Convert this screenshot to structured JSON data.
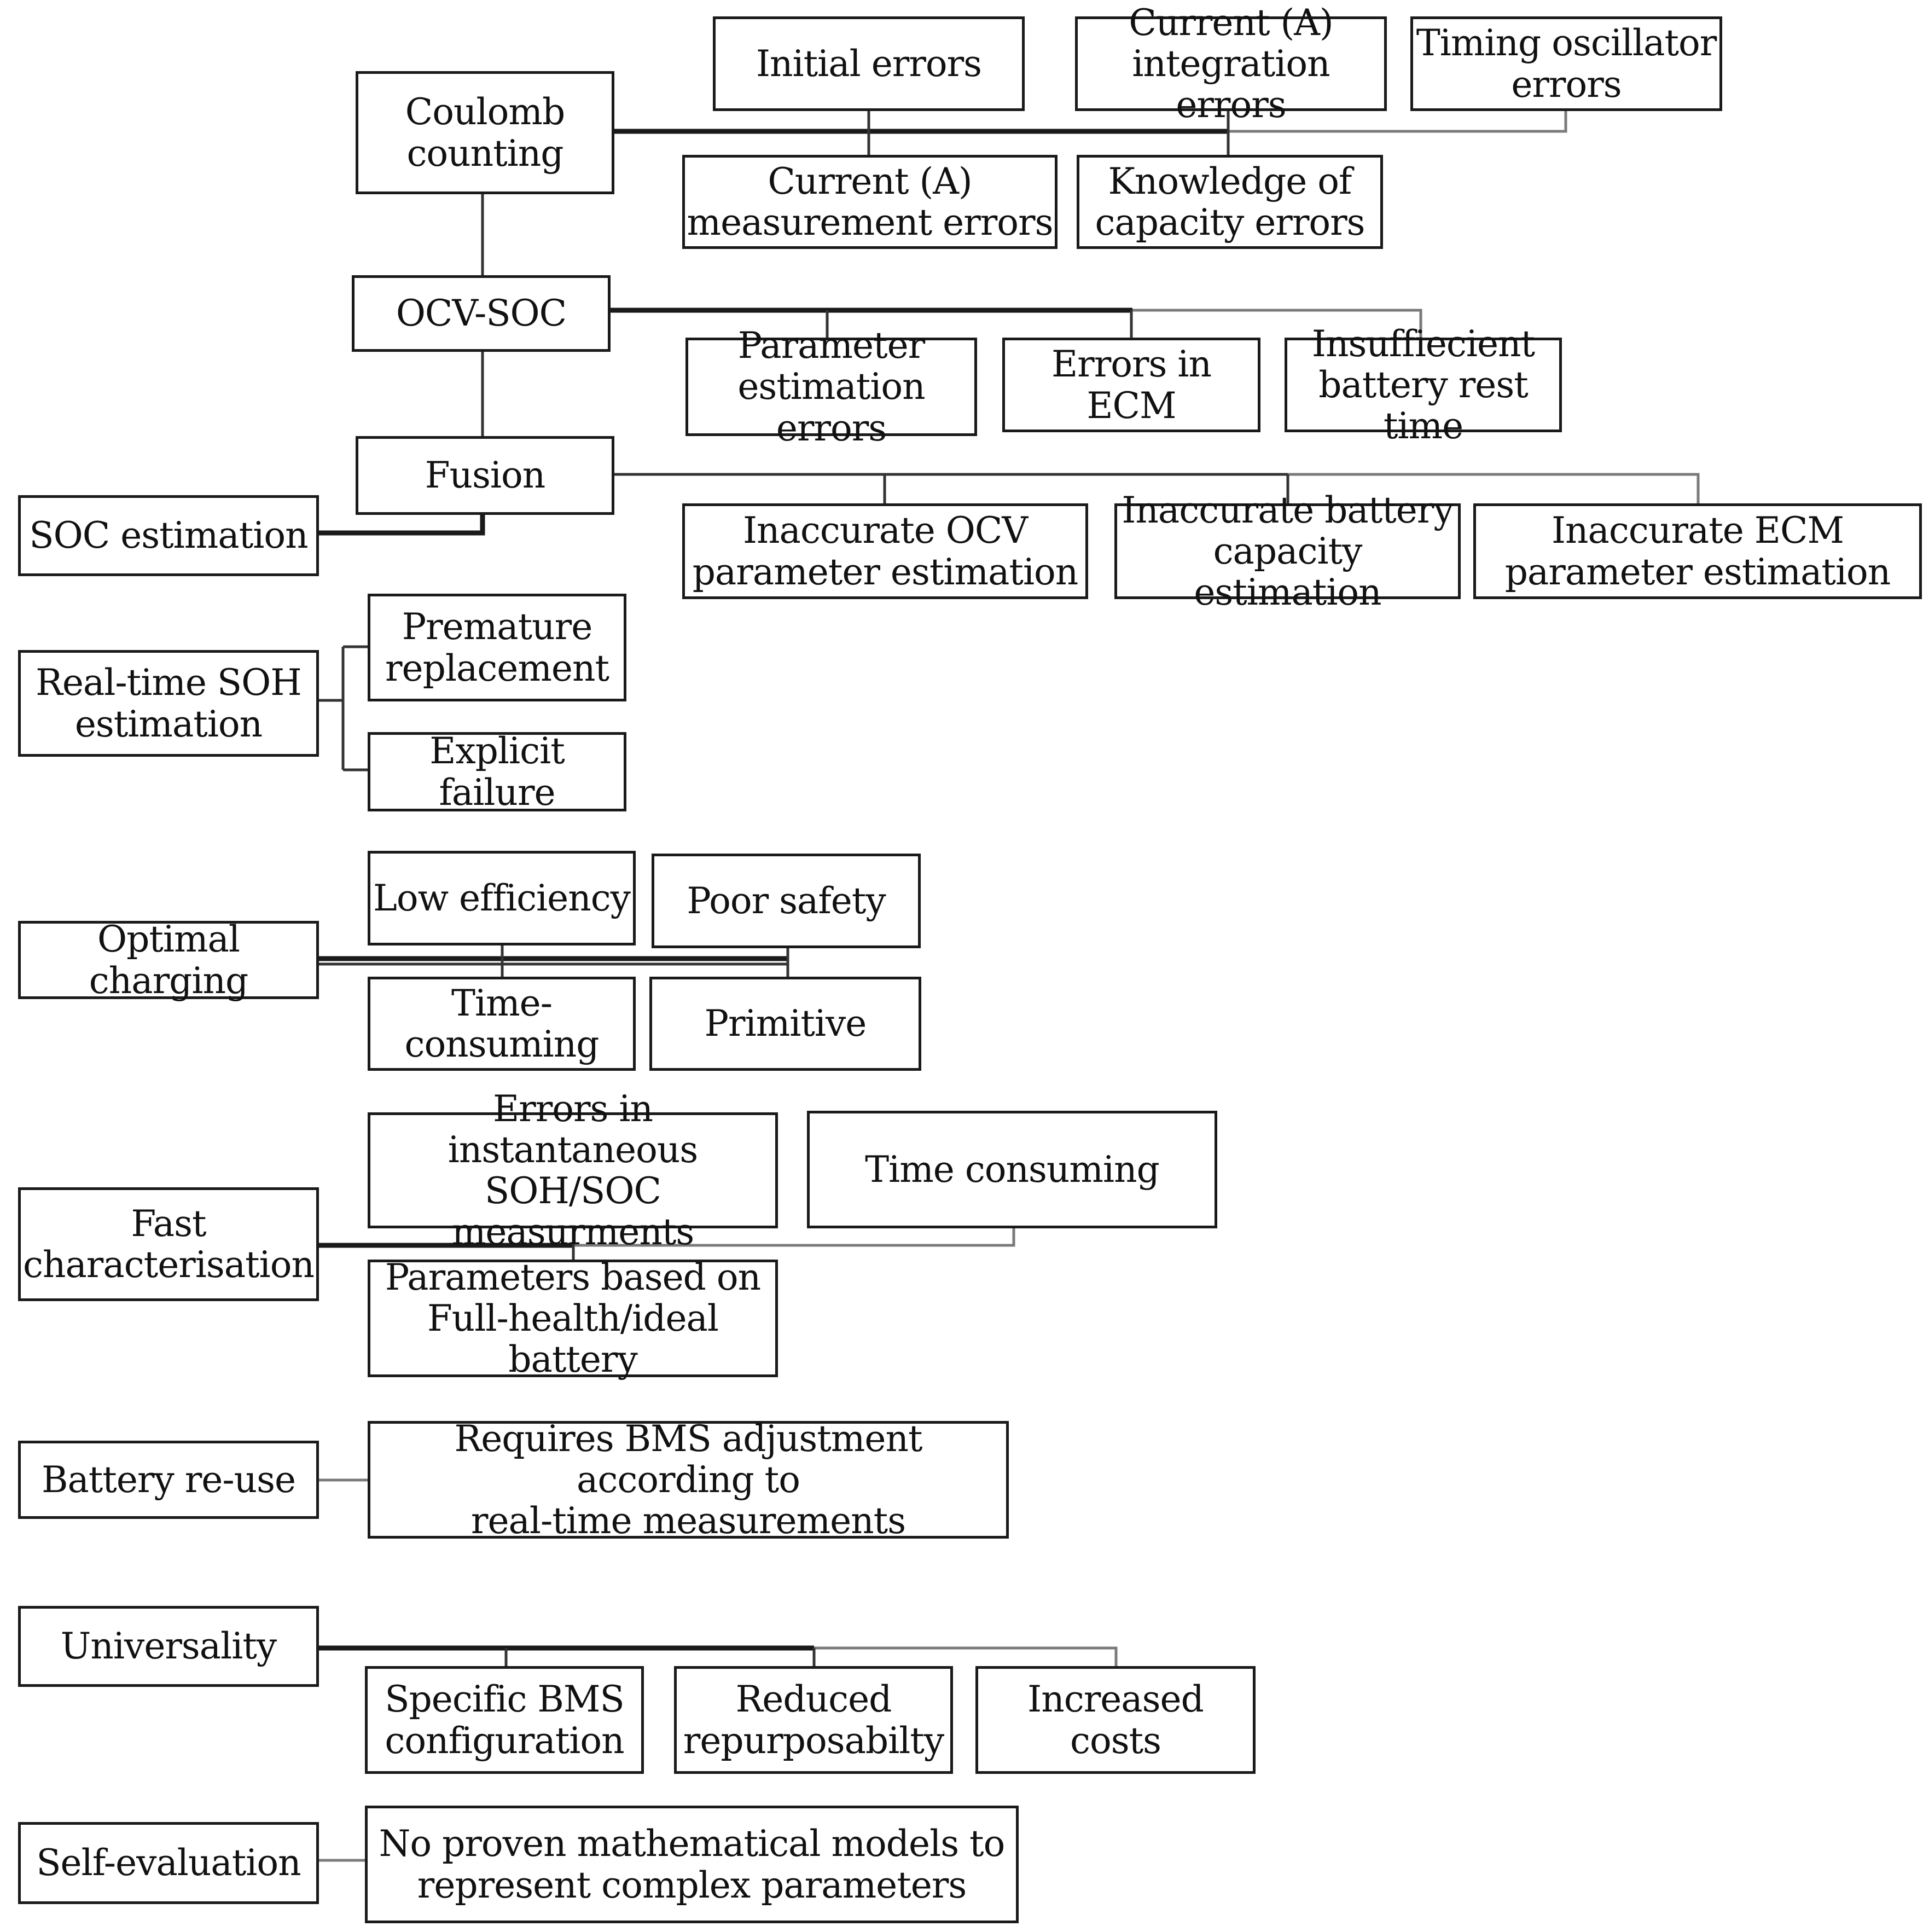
{
  "nodes": {
    "coulomb": "Coulomb\ncounting",
    "initial_errors": "Initial errors",
    "current_integration": "Current (A)\nintegration errors",
    "timing_oscillator": "Timing oscillator\nerrors",
    "current_measurement": "Current (A)\nmeasurement errors",
    "capacity_knowledge": "Knowledge of\ncapacity errors",
    "ocv_soc": "OCV-SOC",
    "param_estimation": "Parameter\nestimation errors",
    "errors_ecm": "Errors in ECM",
    "rest_time": "Insuffiecient\nbattery rest time",
    "fusion": "Fusion",
    "soc_estimation": "SOC estimation",
    "inacc_ocv": "Inaccurate OCV\nparameter estimation",
    "inacc_capacity": "Inaccurate battery\ncapacity estimation",
    "inacc_ecm": "Inaccurate ECM\nparameter estimation",
    "soh_estimation": "Real-time SOH\nestimation",
    "premature": "Premature\nreplacement",
    "explicit_failure": "Explicit failure",
    "optimal_charging": "Optimal charging",
    "low_efficiency": "Low efficiency",
    "poor_safety": "Poor safety",
    "time_consuming_charge": "Time-\nconsuming",
    "primitive": "Primitive",
    "fast_char": "Fast\ncharacterisation",
    "errors_instant": "Errors in instantaneous\nSOH/SOC measurments",
    "time_consuming_char": "Time consuming",
    "params_full_health": "Parameters based on\nFull-health/ideal battery",
    "battery_reuse": "Battery re-use",
    "bms_adjust": "Requires BMS adjustment according to\nreal-time measurements",
    "universality": "Universality",
    "specific_bms": "Specific BMS\nconfiguration",
    "reduced_repurpose": "Reduced\nrepurposabilty",
    "increased_costs": "Increased costs",
    "self_eval": "Self-evaluation",
    "no_models": "No proven mathematical models to\nrepresent complex parameters"
  }
}
